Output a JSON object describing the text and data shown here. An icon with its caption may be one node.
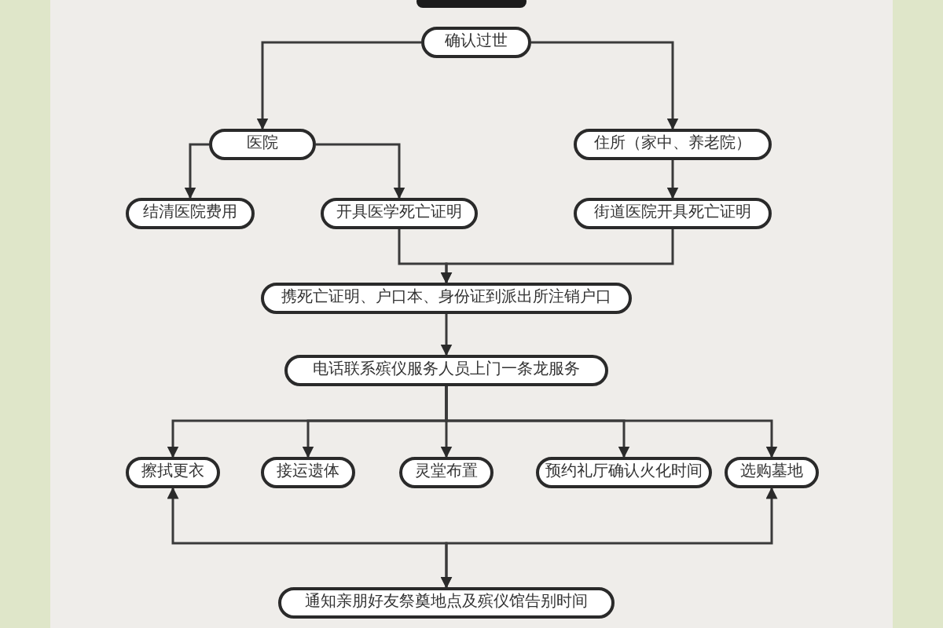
{
  "diagram": {
    "nodes": [
      {
        "text": [],
        "shape": "box"
      },
      {
        "text": [
          "确认过世"
        ]
      },
      {
        "text": [
          "医院"
        ]
      },
      {
        "text": [
          "住所（家中、养老院）"
        ]
      },
      {
        "text": [
          "结清医院费用"
        ]
      },
      {
        "text": [
          "开具医学死亡证明"
        ]
      },
      {
        "text": [
          "街道医院开具死亡证明"
        ]
      },
      {
        "text": [
          "携死亡证明、户口本、身份证到派出所注销户口"
        ]
      },
      {
        "text": [
          "电话联系殡仪服务人员上门一条龙服务"
        ]
      },
      {
        "text": [
          "擦拭更衣"
        ]
      },
      {
        "text": [
          "接运遗体"
        ]
      },
      {
        "text": [
          "灵堂布置"
        ]
      },
      {
        "text": [
          "预约礼厅确认火化时间"
        ]
      },
      {
        "text": [
          "选购墓地"
        ]
      },
      {
        "text": [
          "通知亲朋好友祭奠地点及殡仪馆告别时间"
        ]
      }
    ],
    "edges": [
      {
        "from": 1,
        "to": 2,
        "arrow": "to"
      },
      {
        "from": 1,
        "to": 3,
        "arrow": "to"
      },
      {
        "from": 2,
        "to": 4,
        "arrow": "to"
      },
      {
        "from": 2,
        "to": 5,
        "arrow": "to"
      },
      {
        "from": 3,
        "to": 6,
        "arrow": "to"
      },
      {
        "from": 5,
        "to": 7,
        "arrow": "to"
      },
      {
        "from": 6,
        "to": 7,
        "arrow": "to"
      },
      {
        "from": 7,
        "to": 8,
        "arrow": "to"
      },
      {
        "from": 8,
        "to": 9,
        "arrow": "to"
      },
      {
        "from": 8,
        "to": 10,
        "arrow": "to"
      },
      {
        "from": 8,
        "to": 11,
        "arrow": "to"
      },
      {
        "from": 8,
        "to": 12,
        "arrow": "to"
      },
      {
        "from": 8,
        "to": 13,
        "arrow": "to"
      },
      {
        "from": 9,
        "to": 14,
        "arrow": "both"
      },
      {
        "from": 13,
        "to": 14,
        "arrow": "both"
      }
    ]
  }
}
